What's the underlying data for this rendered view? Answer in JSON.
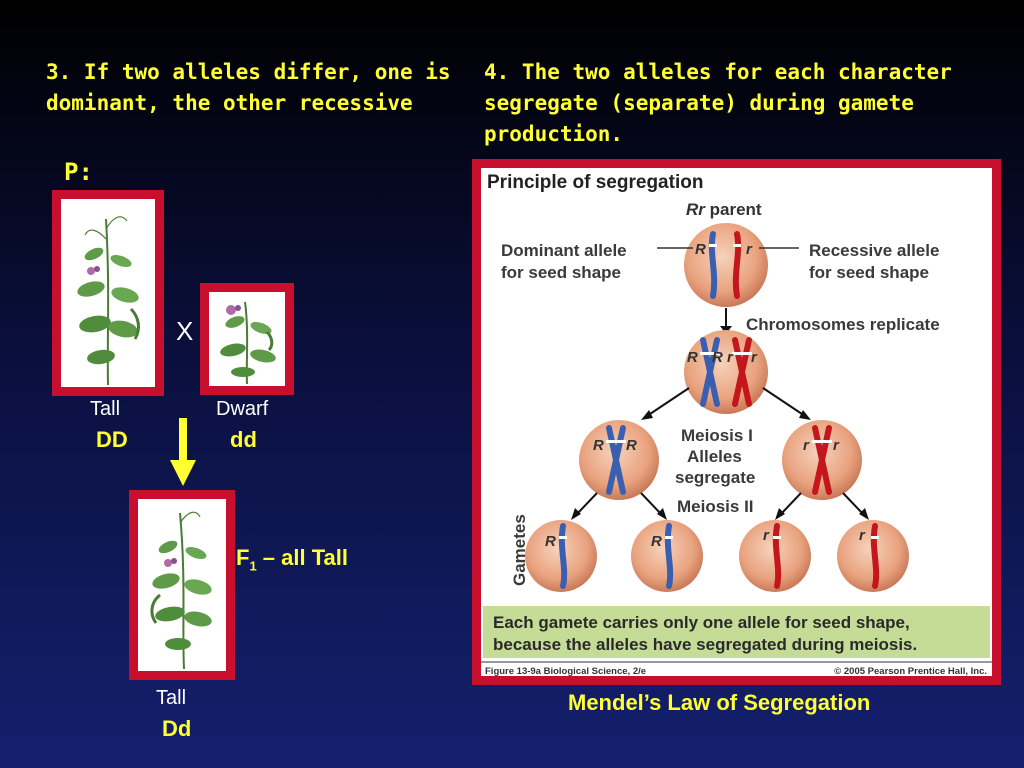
{
  "left_heading": "3. If two alleles differ, one is dominant, the other recessive",
  "right_heading": "4. The two alleles for each character segregate (separate) during gamete production.",
  "parent_label": "P:",
  "cross_symbol": "X",
  "tall_parent": {
    "phenotype": "Tall",
    "genotype": "DD"
  },
  "dwarf_parent": {
    "phenotype": "Dwarf",
    "genotype": "dd"
  },
  "f1": {
    "label": "F",
    "subscript": "1",
    "text": " – all Tall",
    "phenotype": "Tall",
    "genotype": "Dd"
  },
  "figure": {
    "title": "Principle of segregation",
    "parent_label_italic": "Rr",
    "parent_label_rest": " parent",
    "dominant_label_1": "Dominant allele",
    "dominant_label_2": "for seed shape",
    "recessive_label_1": "Recessive allele",
    "recessive_label_2": "for seed shape",
    "replicate_label": "Chromosomes replicate",
    "meiosis1_1": "Meiosis I",
    "meiosis1_2": "Alleles",
    "meiosis1_3": "segregate",
    "meiosis2": "Meiosis II",
    "gametes_label": "Gametes",
    "allele_R": "R",
    "allele_r": "r",
    "summary_1": "Each gamete carries only one allele for seed shape,",
    "summary_2": "because the alleles have segregated during meiosis.",
    "credit_left": "Figure 13-9a  Biological Science, 2/e",
    "credit_right": "© 2005 Pearson Prentice Hall, Inc."
  },
  "caption": "Mendel’s Law of Segregation",
  "colors": {
    "heading": "#ffff33",
    "frame": "#c8102e",
    "dominant": "#3a5fb0",
    "recessive": "#c4161c",
    "cell": "#e8a07c",
    "summary_band": "#c5dc96"
  }
}
